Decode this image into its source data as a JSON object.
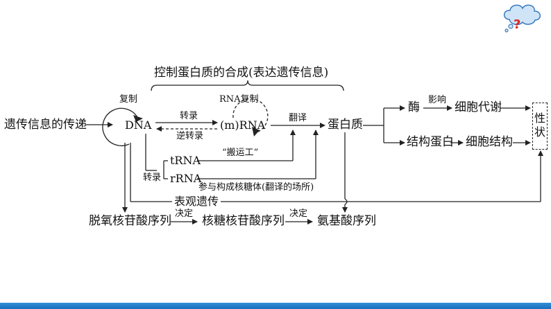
{
  "corner_icon": "thinking-cloud-question-icon",
  "corner_icon_text": "?",
  "header": "控制蛋白质的合成(表达遗传信息)",
  "nodes": {
    "inheritance": "遗传信息的传递",
    "dna": "DNA",
    "mrna": "(m)RNA",
    "protein": "蛋白质",
    "enzyme": "酶",
    "cell_metabolism": "细胞代谢",
    "structural_protein": "结构蛋白",
    "cell_structure": "细胞结构",
    "trait": "性状",
    "trna": "tRNA",
    "rrna": "rRNA",
    "deoxynucleotide_seq": "脱氧核苷酸序列",
    "ribonucleotide_seq": "核糖核苷酸序列",
    "amino_acid_seq": "氨基酸序列"
  },
  "edge_labels": {
    "replication": "复制",
    "rna_replication": "RNA复制",
    "transcription": "转录",
    "reverse_transcription": "逆转录",
    "translation": "翻译",
    "affects": "影响",
    "carrier": "“搬运工”",
    "transcription_small": "转录",
    "ribosome_note": "参与构成核糖体(翻译的场所)",
    "epigenetics": "表观遗传",
    "determines_1": "决定",
    "determines_2": "决定"
  },
  "colors": {
    "accent_bar": "#1f7fcf",
    "line": "#222222"
  }
}
